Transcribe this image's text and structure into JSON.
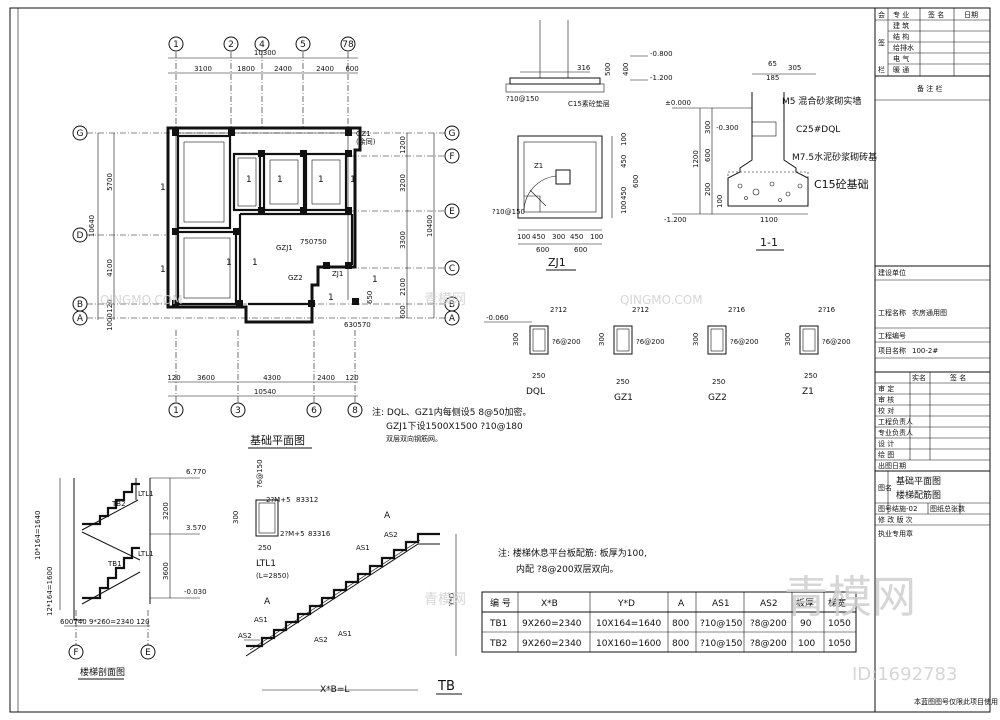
{
  "grid_top": [
    "1",
    "2",
    "4",
    "5",
    "78"
  ],
  "grid_bottom": [
    "1",
    "3",
    "6",
    "8"
  ],
  "grid_left": [
    "G",
    "D",
    "B",
    "A"
  ],
  "grid_right": [
    "G",
    "F",
    "E",
    "C",
    "B",
    "A"
  ],
  "dims_top": [
    "3100",
    "1800",
    "2400",
    "2400",
    "600"
  ],
  "dim_top_total": "10300",
  "dims_bottom": [
    "120",
    "3600",
    "4300",
    "2400",
    "120"
  ],
  "dim_bottom_total": "10540",
  "dims_left": [
    "5700",
    "4100",
    "120",
    "1000"
  ],
  "dim_left_total": "10640",
  "dims_right": [
    "1200",
    "3200",
    "3300",
    "2100",
    "600"
  ],
  "dim_right_total": "10400",
  "plan_labels": {
    "zj1": "ZJ1",
    "gzj1": "GZJ1",
    "gz2": "GZ2",
    "gz1": "GZ1",
    "wall_note": "(余同)",
    "w750": "750750",
    "w630": "630570",
    "w650": "650",
    "col_mark": "1"
  },
  "plan_title": "基础平面图",
  "plan_notes": [
    "注: DQL、GZ1内每侧设5 8@50加密。",
    "GZJ1下设1500X1500 ?10@180",
    "双层双向钢筋网。"
  ],
  "detail_top": {
    "e1": "-0.800",
    "e2": "-1.200",
    "d1": "316",
    "d2": "400",
    "d3": "500",
    "rebar": "?10@150",
    "c15": "C15素砼垫层"
  },
  "zj1": {
    "label": "Z1",
    "rebar": "?10@150",
    "dims": [
      "100",
      "450",
      "300",
      "450",
      "100"
    ],
    "h": [
      "100",
      "450",
      "600",
      "450",
      "100"
    ],
    "w": [
      "600",
      "600"
    ],
    "title": "ZJ1"
  },
  "sec11": {
    "e0": "±0.000",
    "e1": "-0.300",
    "e2": "-1.200",
    "m5": "M5 混合砂浆砌实墙",
    "dql": "C25#DQL",
    "m75": "M7.5水泥砂浆砌砖基",
    "c15": "C15砼基础",
    "w": "1100",
    "t1": "65",
    "t2": "305",
    "t3": "185",
    "h": [
      "1200",
      "300",
      "600",
      "200",
      "100"
    ],
    "title": "1-1"
  },
  "sections": [
    {
      "name": "DQL",
      "top": "2?12",
      "side": "?6@200",
      "h": "300",
      "w": "250",
      "e": "-0.060"
    },
    {
      "name": "GZ1",
      "top": "2?12",
      "side": "?6@200",
      "h": "300",
      "w": "250"
    },
    {
      "name": "GZ2",
      "top": "2?16",
      "side": "?6@200",
      "h": "300",
      "w": "250"
    },
    {
      "name": "Z1",
      "top": "2?16",
      "side": "?6@200",
      "h": "300",
      "w": "250"
    }
  ],
  "stair_side": {
    "e1": "6.770",
    "e2": "3.570",
    "e3": "-0.030",
    "h1": "3200",
    "h2": "3600",
    "t1": "TB2",
    "t2": "TB1",
    "l1": "LTL1",
    "dims_bottom": "600740 9*260=2340 120",
    "left1": "10*164=1640",
    "left2": "12*164=1600",
    "title": "楼梯剖面图"
  },
  "ltl1": {
    "top": "2?M+5",
    "top2": "83312",
    "bot": "2?M+5",
    "bot2": "83316",
    "stir": "?6@150",
    "w": "250",
    "h": "300",
    "title": "LTL1",
    "len": "(L=2850)"
  },
  "tb": {
    "a": "A",
    "as1": "AS1",
    "as2": "AS2",
    "dim": "X*B=L",
    "ydim": "Y*D",
    "title": "TB"
  },
  "stair_note": [
    "注: 楼梯休息平台板配筋: 板厚为100,",
    "内配 ?8@200双层双向。"
  ],
  "stair_table": {
    "headers": [
      "编 号",
      "X*B",
      "Y*D",
      "A",
      "AS1",
      "AS2",
      "板厚",
      "梯宽"
    ],
    "rows": [
      [
        "TB1",
        "9X260=2340",
        "10X164=1640",
        "800",
        "?10@150",
        "?8@200",
        "90",
        "1050"
      ],
      [
        "TB2",
        "9X260=2340",
        "10X160=1600",
        "800",
        "?10@150",
        "?8@200",
        "100",
        "1050"
      ]
    ]
  },
  "title_block": {
    "sign_headers": [
      "会",
      "专 业",
      "签 名",
      "日期"
    ],
    "disciplines": [
      "建 筑",
      "结 构",
      "给排水",
      "电 气",
      "暖 通"
    ],
    "side_label": "签",
    "side_label2": "栏",
    "remarks": "备 注 栏",
    "unit": "建设单位",
    "project_label": "工程名称",
    "project": "农房通用图",
    "no_label": "工程编号",
    "item_label": "项目名称",
    "item": "100-2#",
    "role_headers": [
      "",
      "实名",
      "签 名"
    ],
    "roles": [
      "审 定",
      "审 核",
      "校 对",
      "工程负责人",
      "专业负责人",
      "设 计",
      "绘 图",
      "出图日期"
    ],
    "drawing_label": "图名",
    "drawing_name1": "基础平面图",
    "drawing_name2": "楼梯配筋图",
    "sheet_label": "图号",
    "sheet_no": "结施-02",
    "count_label": "图纸总张数",
    "rev_label": "修 改 版 次",
    "stamp": "执业专用章",
    "footer": "本蓝图图号仅限此项目使用"
  },
  "watermark": {
    "brand": "青模网",
    "site": "QINGMO.COM",
    "id": "ID:1692783"
  }
}
